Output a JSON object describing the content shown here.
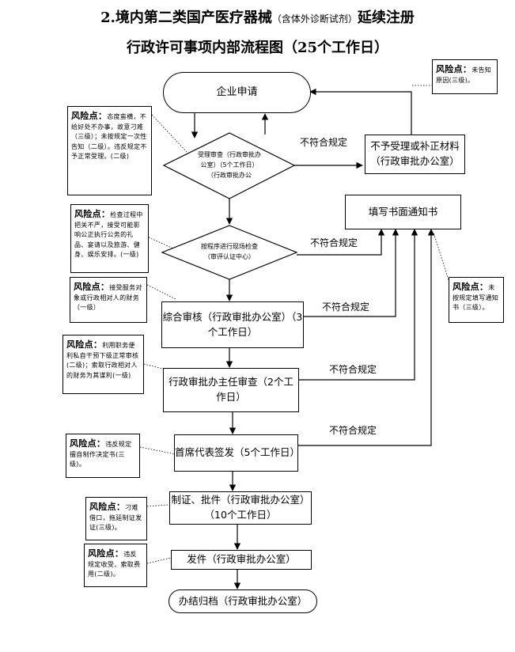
{
  "title": {
    "line1_prefix": "2.境内第二类国产医疗器械",
    "line1_paren": "（含体外诊断试剂）",
    "line1_suffix": "延续注册",
    "line2": "行政许可事项内部流程图（25个工作日）"
  },
  "nodes": {
    "start": "企业申请",
    "accept_line1": "受理审查（行政审批办",
    "accept_line2": "公室）（5个工作日）",
    "accept_line3": "（行政审批办公",
    "reject": "不予受理或补正材料（行政审批办公室）",
    "written_notice": "填写书面通知书",
    "inspect_line1": "按程序进行现场检查",
    "inspect_line2": "（审评认证中心）",
    "review": "综合审核（行政审批办公室）（3个工作日）",
    "director": "行政审批办主任审查（2个工作日）",
    "chief": "首席代表签发（5个工作日）",
    "certify": "制证、批件（行政审批办公室）（10个工作日）",
    "issue": "发件（行政审批办公室）",
    "archive": "办结归档（行政审批办公室）"
  },
  "edge_labels": {
    "e1": "不符合规定",
    "e2": "不符合规定",
    "e3": "不符合规定",
    "e4": "不符合规定",
    "e5": "不符合规定"
  },
  "risk_label": "风险点：",
  "risks": {
    "r1": "未告知原因(三级)。",
    "r2": "态度蛮横，不给好处不办事，故意刁难（三级）；未按规定一次性告知（二级）。违反规定不予正常受理。(二级)",
    "r3": "检查过程中把关不严，接受可能影响公正执行公务的礼品、宴请以及旅游、健身、娱乐安排。(一级)",
    "r4": "接受服务对象或行政相对人的财务（一级）",
    "r5": "利用职务便利私自干预下级正常审核(二级)；索取行政相对人的财务为其谋利(一级)",
    "r6": "违反规定擅自制作决定书(三级)。",
    "r7": "未按规定填写通知书（三级）。",
    "r8": "刁难借口，拖延制证发证(三级)。",
    "r9": "违反规定收受、索取费用(二级)。"
  }
}
